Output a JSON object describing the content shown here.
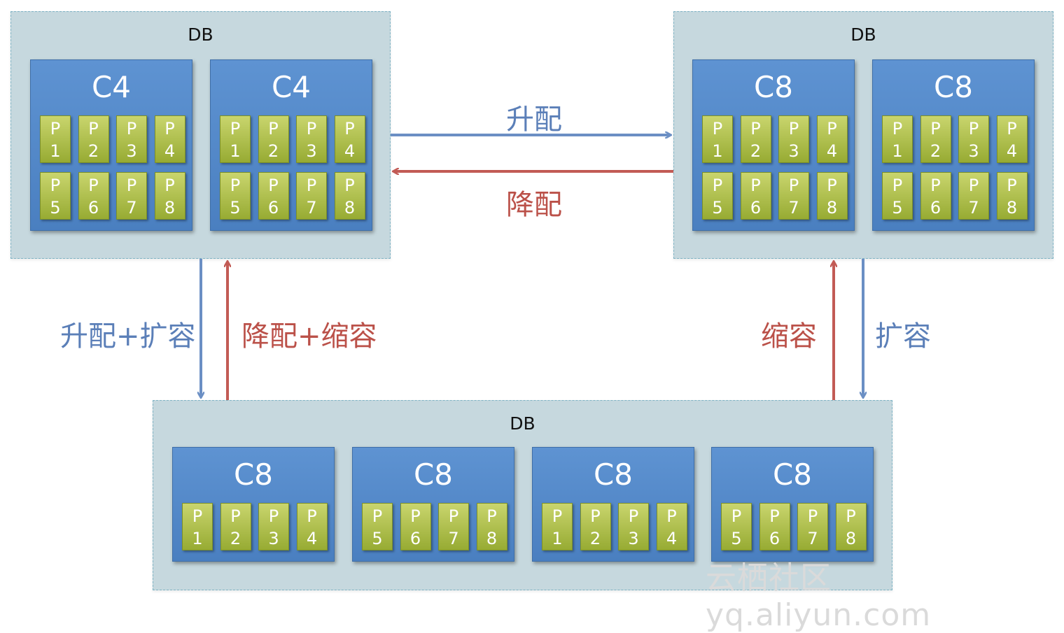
{
  "db_top_left": {
    "title": "DB",
    "cores": [
      {
        "label": "C4",
        "partitions": [
          [
            "P",
            "1"
          ],
          [
            "P",
            "2"
          ],
          [
            "P",
            "3"
          ],
          [
            "P",
            "4"
          ],
          [
            "P",
            "5"
          ],
          [
            "P",
            "6"
          ],
          [
            "P",
            "7"
          ],
          [
            "P",
            "8"
          ]
        ]
      },
      {
        "label": "C4",
        "partitions": [
          [
            "P",
            "1"
          ],
          [
            "P",
            "2"
          ],
          [
            "P",
            "3"
          ],
          [
            "P",
            "4"
          ],
          [
            "P",
            "5"
          ],
          [
            "P",
            "6"
          ],
          [
            "P",
            "7"
          ],
          [
            "P",
            "8"
          ]
        ]
      }
    ]
  },
  "db_top_right": {
    "title": "DB",
    "cores": [
      {
        "label": "C8",
        "partitions": [
          [
            "P",
            "1"
          ],
          [
            "P",
            "2"
          ],
          [
            "P",
            "3"
          ],
          [
            "P",
            "4"
          ],
          [
            "P",
            "5"
          ],
          [
            "P",
            "6"
          ],
          [
            "P",
            "7"
          ],
          [
            "P",
            "8"
          ]
        ]
      },
      {
        "label": "C8",
        "partitions": [
          [
            "P",
            "1"
          ],
          [
            "P",
            "2"
          ],
          [
            "P",
            "3"
          ],
          [
            "P",
            "4"
          ],
          [
            "P",
            "5"
          ],
          [
            "P",
            "6"
          ],
          [
            "P",
            "7"
          ],
          [
            "P",
            "8"
          ]
        ]
      }
    ]
  },
  "db_bottom": {
    "title": "DB",
    "cores": [
      {
        "label": "C8",
        "partitions": [
          [
            "P",
            "1"
          ],
          [
            "P",
            "2"
          ],
          [
            "P",
            "3"
          ],
          [
            "P",
            "4"
          ]
        ]
      },
      {
        "label": "C8",
        "partitions": [
          [
            "P",
            "5"
          ],
          [
            "P",
            "6"
          ],
          [
            "P",
            "7"
          ],
          [
            "P",
            "8"
          ]
        ]
      },
      {
        "label": "C8",
        "partitions": [
          [
            "P",
            "1"
          ],
          [
            "P",
            "2"
          ],
          [
            "P",
            "3"
          ],
          [
            "P",
            "4"
          ]
        ]
      },
      {
        "label": "C8",
        "partitions": [
          [
            "P",
            "5"
          ],
          [
            "P",
            "6"
          ],
          [
            "P",
            "7"
          ],
          [
            "P",
            "8"
          ]
        ]
      }
    ]
  },
  "edges": {
    "scale_up": "升配",
    "scale_down": "降配",
    "scale_up_out": "升配+扩容",
    "scale_down_in": "降配+缩容",
    "scale_in": "缩容",
    "scale_out": "扩容"
  },
  "colors": {
    "up_arrow": "#6b8fc4",
    "down_arrow": "#c25b55"
  },
  "watermark": "云栖社区 yq.aliyun.com"
}
